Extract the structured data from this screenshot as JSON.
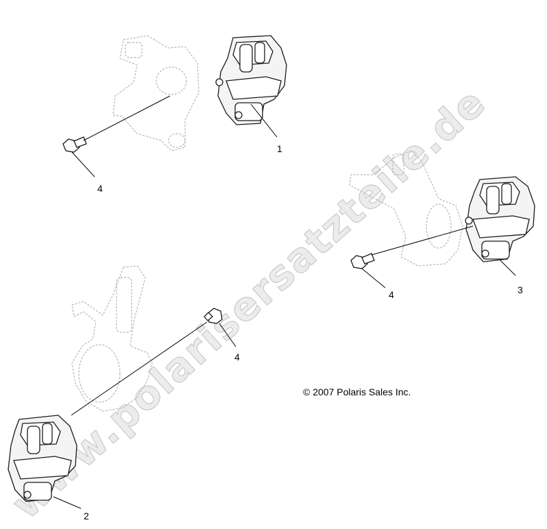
{
  "watermark": "www.polarisersatzteile.de",
  "copyright": "© 2007 Polaris Sales Inc.",
  "callouts": {
    "c1": "1",
    "c2": "2",
    "c3": "3",
    "c4a": "4",
    "c4b": "4",
    "c4c": "4"
  },
  "icons": {
    "knuckle": "steering-knuckle-icon",
    "caliper": "brake-caliper-icon",
    "bolt": "bolt-icon"
  }
}
